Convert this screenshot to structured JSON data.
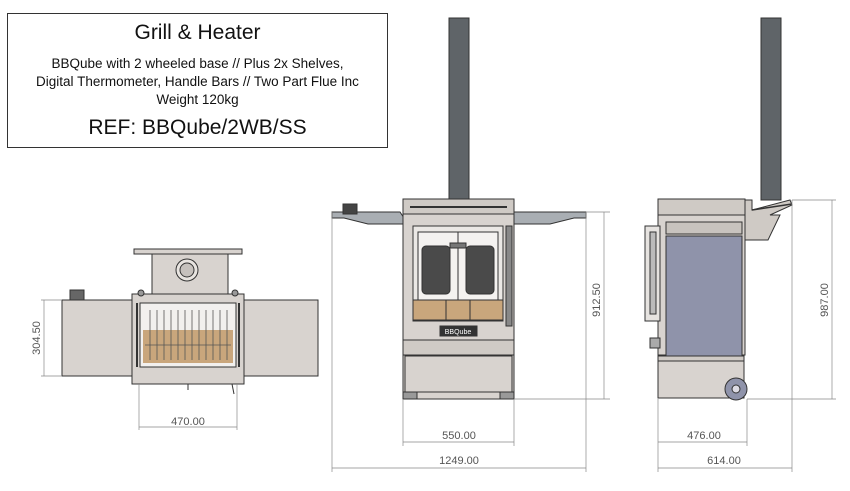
{
  "title_block": {
    "title": "Grill & Heater",
    "line1": "BBQube with 2 wheeled base // Plus 2x Shelves,",
    "line2": "Digital Thermometer, Handle Bars // Two Part Flue Inc",
    "line3": "Weight 120kg",
    "ref": "REF: BBQube/2WB/SS"
  },
  "brand_plate": "BBQube",
  "dimensions": {
    "top_depth": "304.50",
    "top_width": "470.00",
    "front_height": "912.50",
    "front_body_width": "550.00",
    "front_total_width": "1249.00",
    "side_height": "987.00",
    "side_body_depth": "476.00",
    "side_total_depth": "614.00"
  },
  "colors": {
    "body": "#d8d3cf",
    "panel": "#c8c3be",
    "flue": "#5f6468",
    "wood": "#c9a67c",
    "side_panel": "#8f93aa",
    "outline": "#333333",
    "dim_line": "#888888"
  }
}
